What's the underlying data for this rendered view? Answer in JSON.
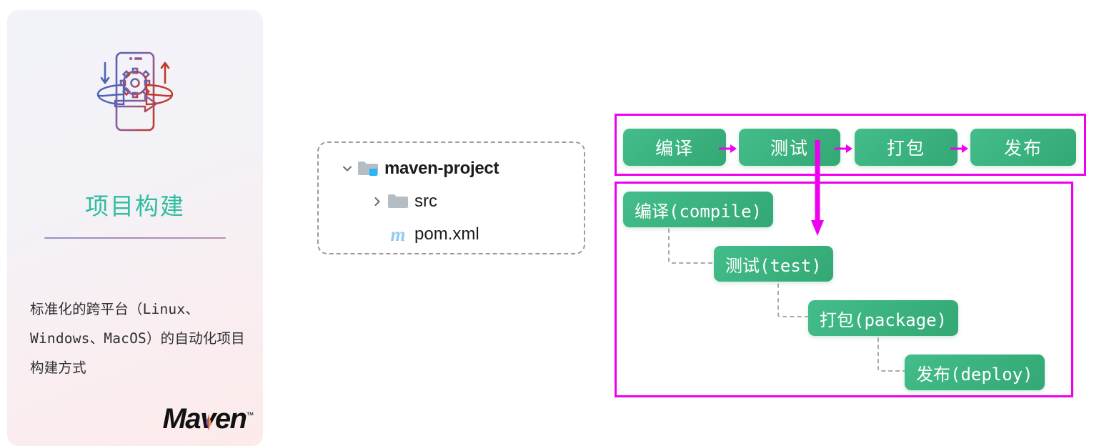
{
  "card": {
    "icon_name": "mobile-gear-sync-icon",
    "title": "项目构建",
    "description": "标准化的跨平台（Linux、Windows、MacOS）的自动化项目构建方式",
    "brand": "Maven",
    "brand_tm": "™",
    "title_color": "#2fbda0",
    "divider_color": "#9b8fc4"
  },
  "file_tree": {
    "nodes": [
      {
        "label": "maven-project",
        "icon": "folder-open-icon",
        "chevron": "chevron-down-icon",
        "depth": 0
      },
      {
        "label": "src",
        "icon": "folder-icon",
        "chevron": "chevron-right-icon",
        "depth": 1
      },
      {
        "label": "pom.xml",
        "icon": "maven-m-file-icon",
        "chevron": "",
        "depth": 1
      }
    ]
  },
  "pipeline": {
    "highlight_color": "#ee00ee",
    "pill_color": "#3cb184",
    "steps": [
      {
        "label": "编译"
      },
      {
        "label": "测试"
      },
      {
        "label": "打包"
      },
      {
        "label": "发布"
      }
    ],
    "arrow_icons": [
      "arrow-right-icon",
      "arrow-right-icon",
      "arrow-right-icon"
    ]
  },
  "lifecycle": {
    "highlight_color": "#ee00ee",
    "connector_color": "#aaaaaa",
    "down_arrow_icon": "arrow-down-icon",
    "stages": [
      {
        "label": "编译(compile)"
      },
      {
        "label": "测试(test)"
      },
      {
        "label": "打包(package)"
      },
      {
        "label": "发布(deploy)"
      }
    ]
  }
}
